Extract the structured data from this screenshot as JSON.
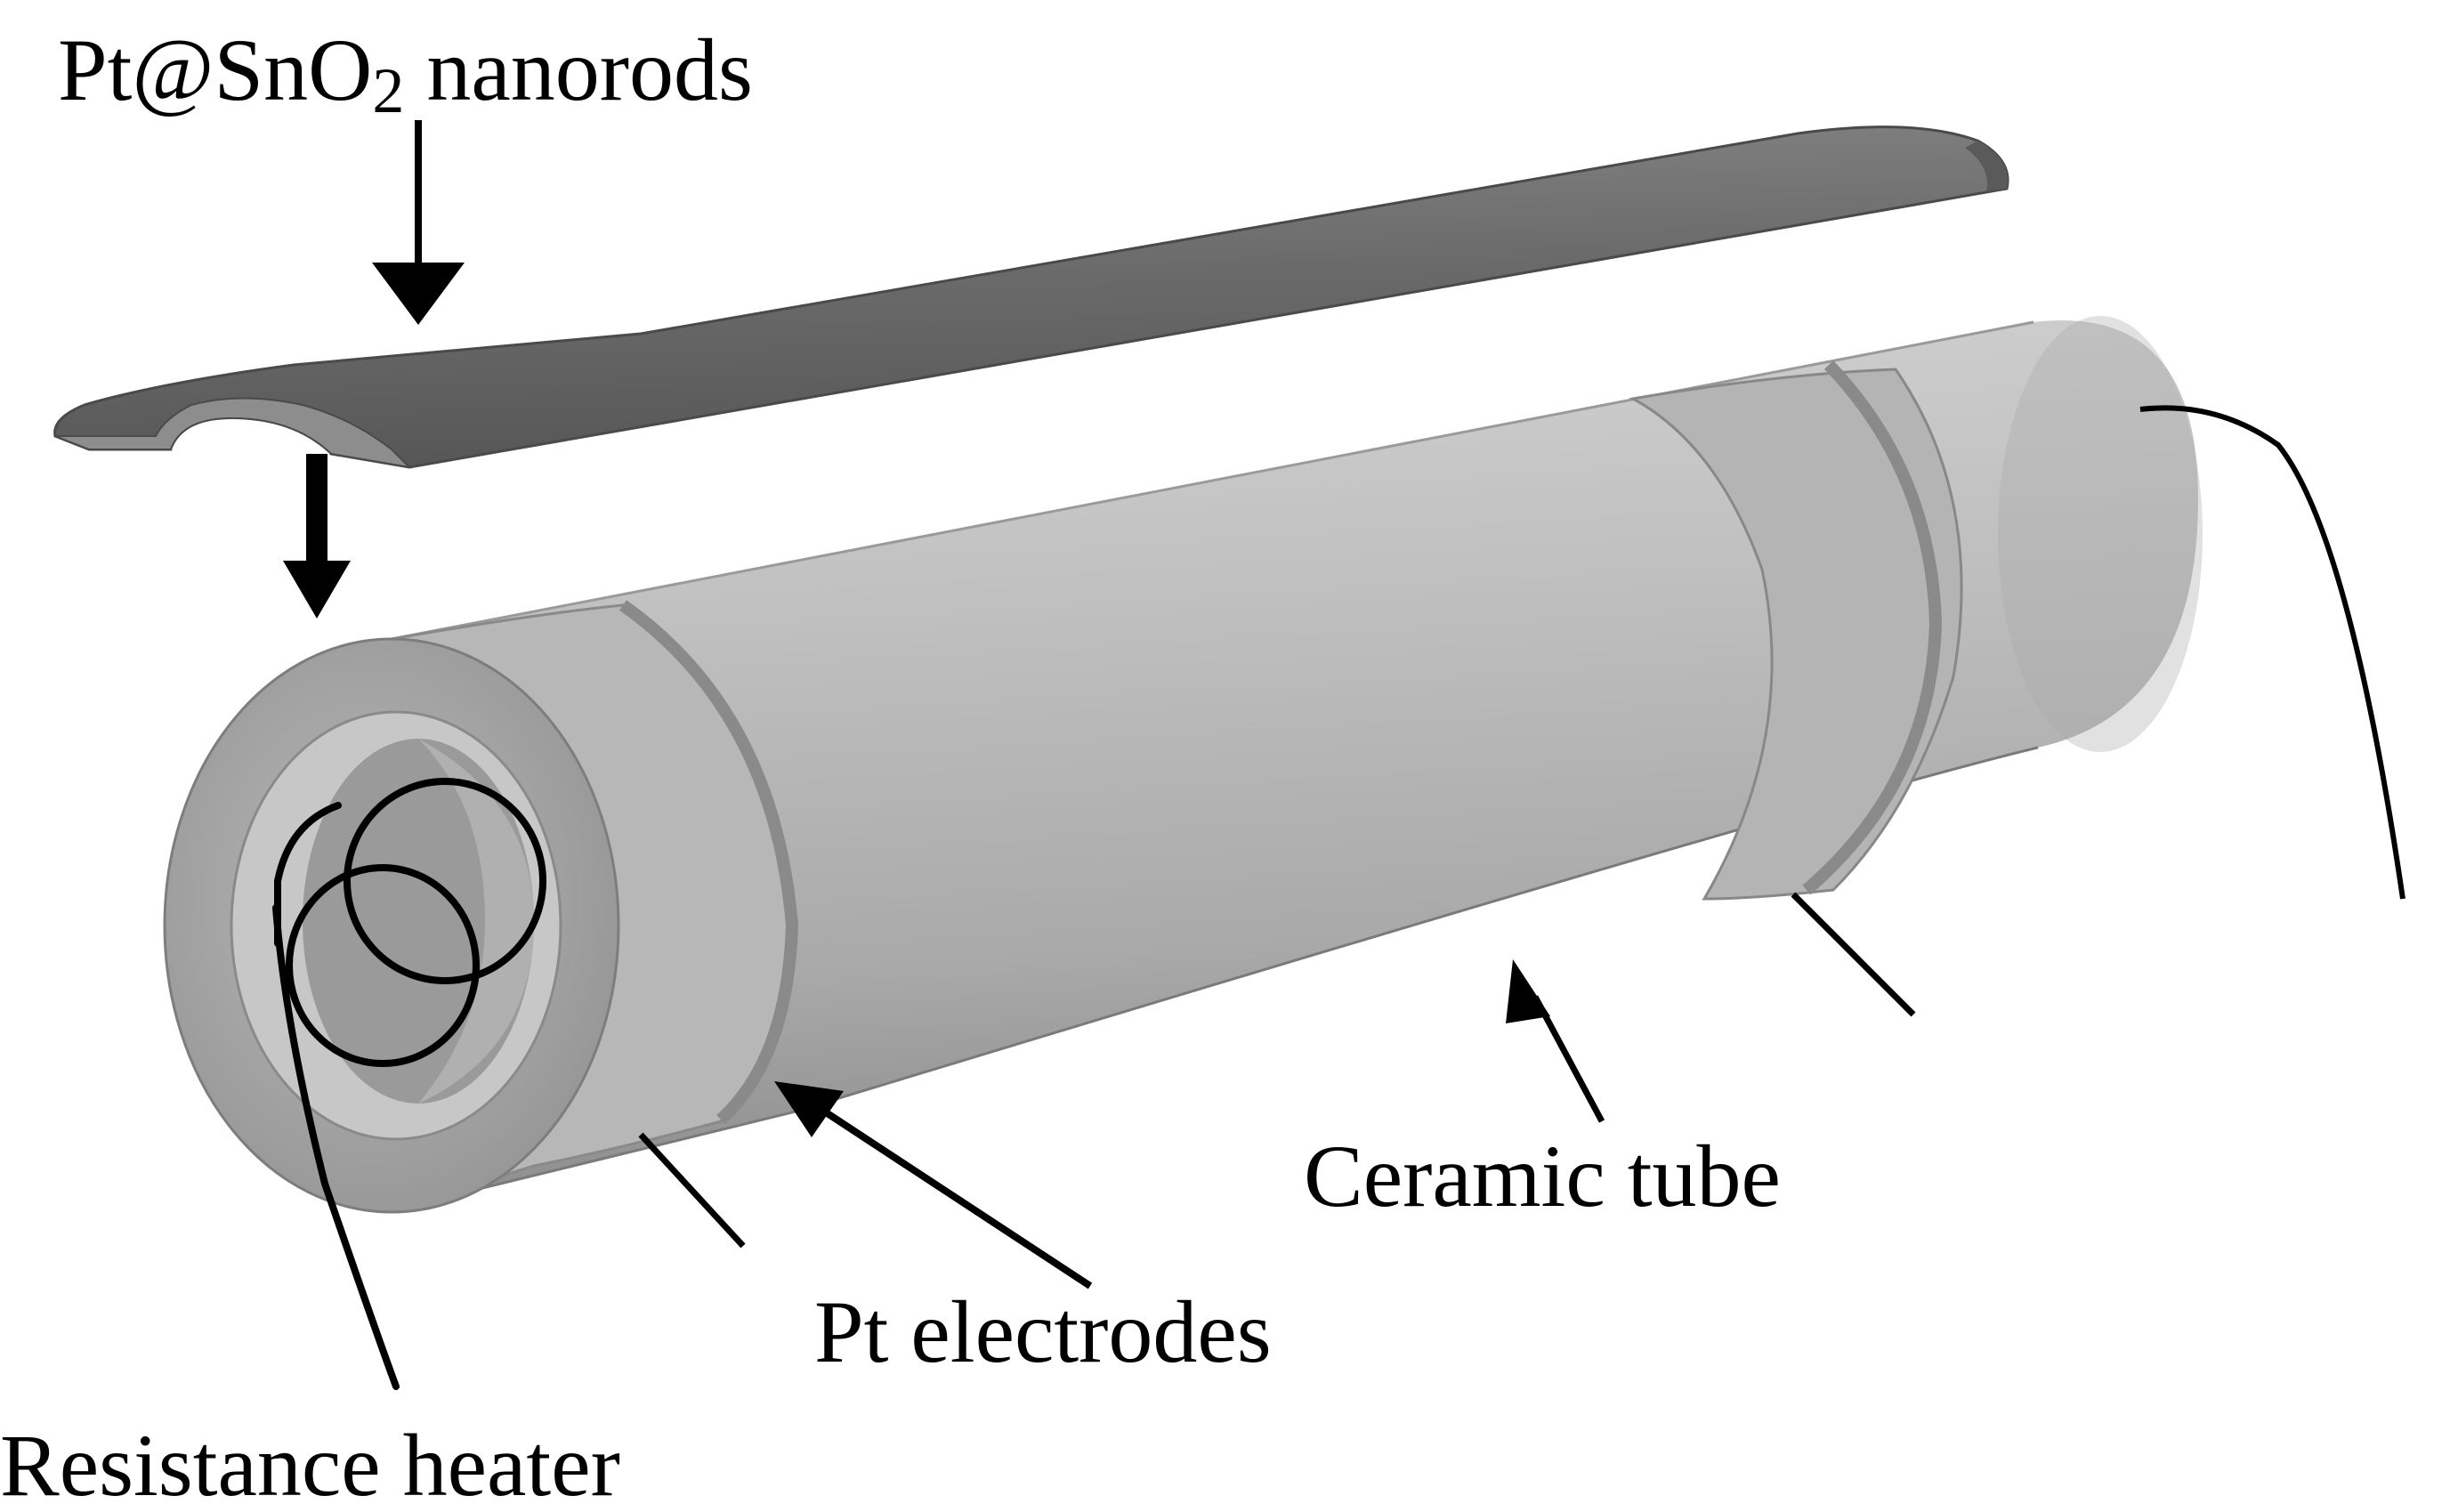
{
  "labels": {
    "nanorods_pre": "Pt@SnO",
    "nanorods_sub": "2",
    "nanorods_post": " nanorods",
    "ceramic": "Ceramic tube",
    "electrodes": "Pt electrodes",
    "heater": "Resistance heater"
  },
  "colors": {
    "background": "#ffffff",
    "ink": "#000000",
    "tube": "#a6a6a6",
    "tube_end": "#9c9c9c",
    "electrode": "#8f8f8f",
    "cover": "#6e6e6e"
  }
}
